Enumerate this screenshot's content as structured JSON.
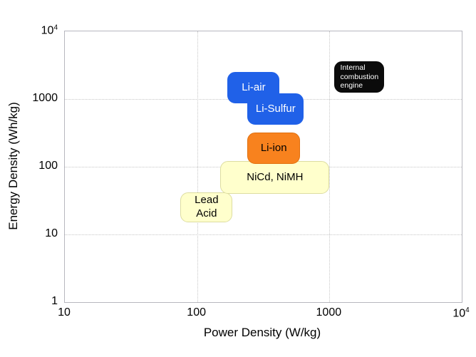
{
  "chart_data": {
    "type": "area",
    "subtype": "ragone-plot-labeled-regions",
    "title": "",
    "xlabel": "Power Density (W/kg)",
    "ylabel": "Energy Density (Wh/kg)",
    "x_scale": "log",
    "y_scale": "log",
    "xlim": [
      10,
      10000
    ],
    "ylim": [
      1,
      10000
    ],
    "grid": "dotted major decade gridlines only",
    "grid_color": "#c7c7c7",
    "axis_color": "#b7b7bf",
    "x_ticks": [
      {
        "value": 10,
        "label": "10",
        "sup": ""
      },
      {
        "value": 100,
        "label": "100",
        "sup": ""
      },
      {
        "value": 1000,
        "label": "1000",
        "sup": ""
      },
      {
        "value": 10000,
        "label": "10",
        "sup": "4"
      }
    ],
    "y_ticks": [
      {
        "value": 1,
        "label": "1",
        "sup": ""
      },
      {
        "value": 10,
        "label": "10",
        "sup": ""
      },
      {
        "value": 100,
        "label": "100",
        "sup": ""
      },
      {
        "value": 1000,
        "label": "1000",
        "sup": ""
      },
      {
        "value": 10000,
        "label": "10",
        "sup": "4"
      }
    ],
    "regions": [
      {
        "id": "lead-acid",
        "label": "Lead\nAcid",
        "x_range_wkg": [
          75,
          185
        ],
        "y_range_whkg": [
          15,
          42
        ],
        "fill": "#ffffcc",
        "border": "#ddddA0",
        "text_color": "#000000",
        "font_size": 15,
        "align": "center",
        "z": 1
      },
      {
        "id": "nicd-nimh",
        "label": "NiCd, NiMH",
        "x_range_wkg": [
          150,
          1000
        ],
        "y_range_whkg": [
          40,
          120
        ],
        "fill": "#ffffcc",
        "border": "#ddddA0",
        "text_color": "#000000",
        "font_size": 15,
        "align": "center",
        "z": 2
      },
      {
        "id": "li-ion",
        "label": "Li-ion",
        "x_range_wkg": [
          240,
          600
        ],
        "y_range_whkg": [
          110,
          320
        ],
        "fill": "#f8821e",
        "border": "#e0700f",
        "text_color": "#000000",
        "font_size": 15,
        "align": "center",
        "z": 3
      },
      {
        "id": "li-sulfur",
        "label": "Li-Sulfur",
        "x_range_wkg": [
          240,
          640
        ],
        "y_range_whkg": [
          420,
          1200
        ],
        "fill": "#2061e8",
        "border": "#2061e8",
        "text_color": "#ffffff",
        "font_size": 15,
        "align": "center",
        "z": 2
      },
      {
        "id": "li-air",
        "label": "Li-air",
        "x_range_wkg": [
          170,
          420
        ],
        "y_range_whkg": [
          870,
          2500
        ],
        "fill": "#2061e8",
        "border": "#2061e8",
        "text_color": "#ffffff",
        "font_size": 15,
        "align": "center",
        "z": 3
      },
      {
        "id": "internal-combustion-engine",
        "label": "Internal\ncombustion\nengine",
        "x_range_wkg": [
          1080,
          2600
        ],
        "y_range_whkg": [
          1250,
          3600
        ],
        "fill": "#0b0b0b",
        "border": "#0b0b0b",
        "text_color": "#ffffff",
        "font_size": 10.5,
        "align": "left",
        "z": 1
      }
    ]
  }
}
